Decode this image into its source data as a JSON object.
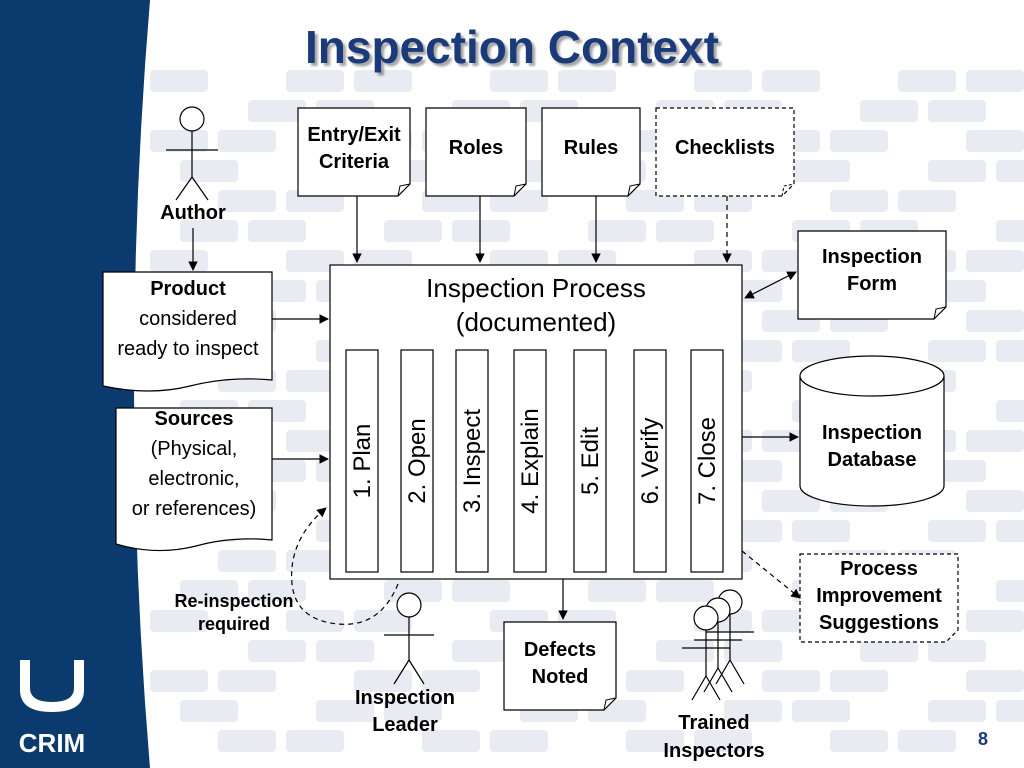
{
  "slide": {
    "title": "Inspection Context",
    "page_number": "8"
  },
  "logo": {
    "text": "CRIM"
  },
  "colors": {
    "sidebar": "#0a3a6e",
    "title": "#1a3a7a",
    "pattern": "#e8ecf2"
  },
  "documents_top": [
    {
      "line1": "Entry/Exit",
      "line2": "Criteria",
      "dashed": false
    },
    {
      "line1": "Roles",
      "line2": "",
      "dashed": false
    },
    {
      "line1": "Rules",
      "line2": "",
      "dashed": false
    },
    {
      "line1": "Checklists",
      "line2": "",
      "dashed": true
    }
  ],
  "author": {
    "label": "Author"
  },
  "product": {
    "bold": "Product",
    "line2": "considered",
    "line3": "ready to inspect"
  },
  "sources": {
    "bold": "Sources",
    "line2": "(Physical,",
    "line3": "electronic,",
    "line4": "or references)"
  },
  "process": {
    "title_line1": "Inspection Process",
    "title_line2": "(documented)",
    "steps": [
      "1. Plan",
      "2. Open",
      "3. Inspect",
      "4. Explain",
      "5. Edit",
      "6. Verify",
      "7. Close"
    ]
  },
  "inspection_form": {
    "line1": "Inspection",
    "line2": "Form"
  },
  "inspection_database": {
    "line1": "Inspection",
    "line2": "Database"
  },
  "process_improvement": {
    "line1": "Process",
    "line2": "Improvement",
    "line3": "Suggestions"
  },
  "defects": {
    "line1": "Defects",
    "line2": "Noted"
  },
  "reinspection": {
    "line1": "Re-inspection",
    "line2": "required"
  },
  "inspection_leader": {
    "line1": "Inspection",
    "line2": "Leader"
  },
  "trained_inspectors": {
    "line1": "Trained",
    "line2": "Inspectors"
  }
}
